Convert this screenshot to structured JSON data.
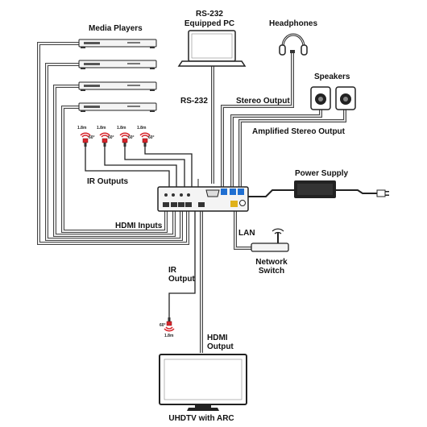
{
  "labels": {
    "media_players": "Media Players",
    "rs232_pc_line1": "RS-232",
    "rs232_pc_line2": "Equipped PC",
    "headphones": "Headphones",
    "speakers": "Speakers",
    "rs232": "RS-232",
    "stereo_output": "Stereo Output",
    "amplified_stereo_output": "Amplified Stereo Output",
    "power_supply": "Power Supply",
    "ir_outputs": "IR Outputs",
    "hdmi_inputs": "HDMI Inputs",
    "lan": "LAN",
    "network_switch_line1": "Network",
    "network_switch_line2": "Switch",
    "ir_output_line1": "IR",
    "ir_output_line2": "Output",
    "hdmi_output_line1": "HDMI",
    "hdmi_output_line2": "Output",
    "uhdtv": "UHDTV with ARC"
  },
  "ir_emitter_tags": {
    "length": "1.8m",
    "angle": "60°"
  },
  "colors": {
    "cable": "#9a9a9a",
    "cable_outline": "#444444",
    "device_outline": "#222222",
    "ir_red": "#d8252b",
    "port_blue": "#1f6fd1",
    "port_yellow": "#e0b21a"
  },
  "icons": [
    "media-player-icon",
    "laptop-icon",
    "headphones-icon",
    "speaker-icon",
    "power-adapter-icon",
    "ir-emitter-icon",
    "router-icon",
    "tv-icon",
    "switcher-device-icon"
  ]
}
